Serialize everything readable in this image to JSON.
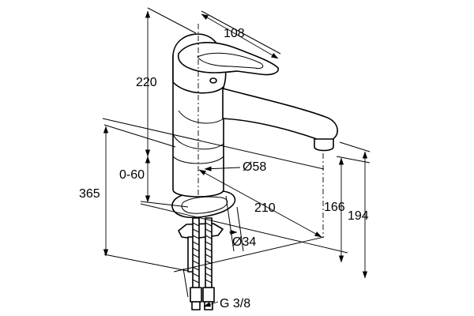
{
  "dimensions": {
    "top_width": "108",
    "height_220": "220",
    "range": "0-60",
    "total_height": "365",
    "diameter_body": "Ø58",
    "reach": "210",
    "spout_166": "166",
    "spout_194": "194",
    "diameter_hole": "Ø34",
    "thread": "G 3/8"
  }
}
